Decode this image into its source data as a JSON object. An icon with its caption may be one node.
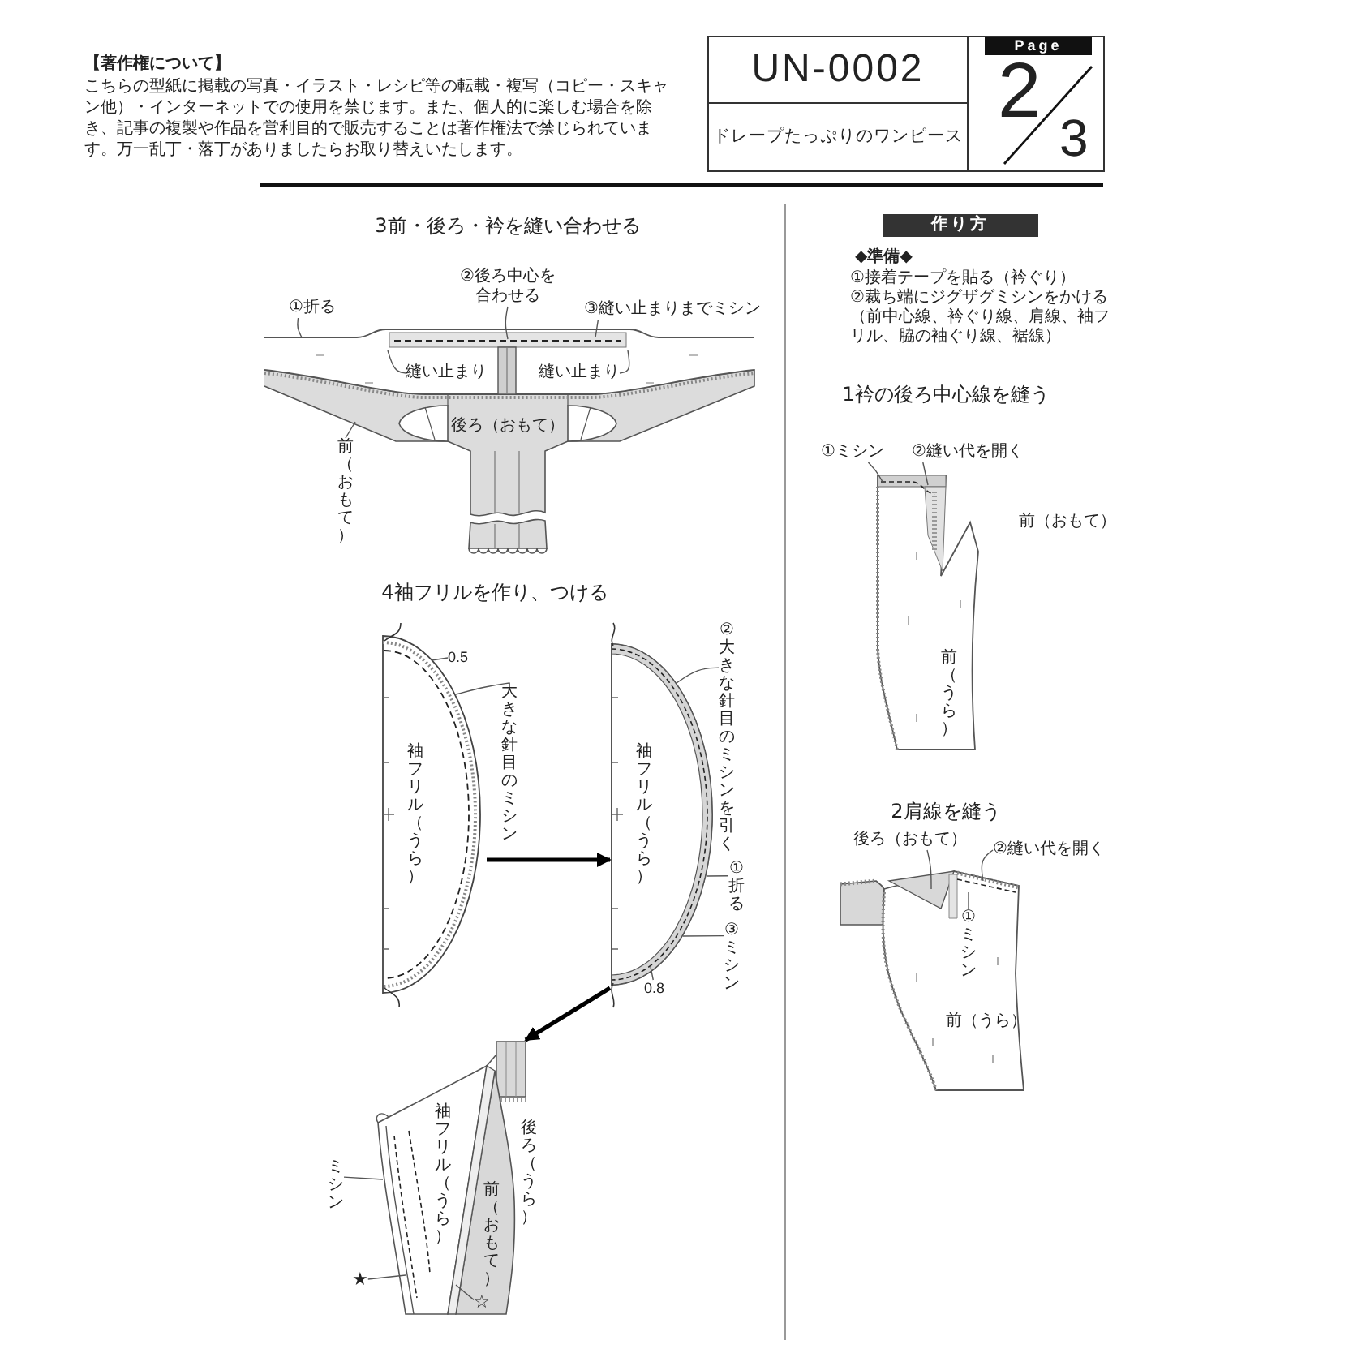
{
  "diagram": {
    "nodes": [
      {
        "text": [
          "UN-0002"
        ]
      },
      {
        "text": [
          "ドレープたっぷりのワンピース"
        ]
      },
      {
        "text": [
          "Page",
          "2",
          "3"
        ]
      },
      {
        "text": [
          "後ろ（おもて）"
        ]
      },
      {
        "text": [
          "①折る"
        ]
      },
      {
        "text": [
          "②後ろ中心を合わせる"
        ]
      },
      {
        "text": [
          "③縫い止まりまでミシン"
        ]
      },
      {
        "text": [
          "縫い止まり"
        ],
        "in": 3
      },
      {
        "text": [
          "縫い止まり"
        ],
        "in": 3
      },
      {
        "text": [
          "前（おもて）"
        ],
        "in": 3
      },
      {
        "text": [
          "袖フリル（うら）"
        ]
      },
      {
        "text": [
          "0.5"
        ],
        "in": 10
      },
      {
        "text": [
          "大きな針目のミシン"
        ]
      },
      {
        "text": [
          "袖フリル（うら）"
        ]
      },
      {
        "text": [
          "②大きな針目のミシンを引く"
        ]
      },
      {
        "text": [
          "①折る"
        ]
      },
      {
        "text": [
          "③ミシン"
        ]
      },
      {
        "text": [
          "0.8"
        ],
        "in": 13
      },
      {
        "text": [
          "袖フリル（うら）",
          "後ろ（うら）",
          "前（おもて）"
        ]
      },
      {
        "text": [
          "ミシン"
        ]
      },
      {
        "text": [
          "★"
        ]
      },
      {
        "text": [
          "☆"
        ],
        "in": 18
      },
      {
        "text": [
          "作り方"
        ]
      },
      {
        "text": [
          "前（うら）"
        ]
      },
      {
        "text": [
          "①ミシン"
        ]
      },
      {
        "text": [
          "②縫い代を開く"
        ]
      },
      {
        "text": [
          "前（うら）"
        ]
      },
      {
        "text": [
          "後ろ（おもて）"
        ]
      },
      {
        "text": [
          "②縫い代を開く"
        ]
      },
      {
        "text": [
          "①ミシン"
        ],
        "in": 26
      }
    ],
    "edges": [
      {
        "from": 4,
        "to": 3,
        "arrow": "none"
      },
      {
        "from": 5,
        "to": 3,
        "arrow": "none"
      },
      {
        "from": 6,
        "to": 3,
        "arrow": "none"
      },
      {
        "from": 7,
        "to": 3,
        "arrow": "none"
      },
      {
        "from": 8,
        "to": 3,
        "arrow": "none"
      },
      {
        "from": 9,
        "to": 3,
        "arrow": "none"
      },
      {
        "from": 11,
        "to": 10,
        "arrow": "none"
      },
      {
        "from": 12,
        "to": 10,
        "arrow": "none"
      },
      {
        "from": 10,
        "to": 13,
        "arrow": "to",
        "style": "thick",
        "color": "#000000"
      },
      {
        "from": 14,
        "to": 13,
        "arrow": "none"
      },
      {
        "from": 15,
        "to": 13,
        "arrow": "none"
      },
      {
        "from": 16,
        "to": 13,
        "arrow": "none"
      },
      {
        "from": 17,
        "to": 13,
        "arrow": "none"
      },
      {
        "from": 13,
        "to": 18,
        "arrow": "to",
        "style": "thick",
        "color": "#000000"
      },
      {
        "from": 19,
        "to": 18,
        "arrow": "none"
      },
      {
        "from": 20,
        "to": 18,
        "arrow": "none"
      },
      {
        "from": 21,
        "to": 18,
        "arrow": "none"
      },
      {
        "from": 24,
        "to": 23,
        "arrow": "none"
      },
      {
        "from": 25,
        "to": 23,
        "arrow": "none"
      },
      {
        "from": 27,
        "to": 26,
        "arrow": "none"
      },
      {
        "from": 28,
        "to": 26,
        "arrow": "none"
      },
      {
        "from": 29,
        "to": 26,
        "arrow": "none"
      }
    ],
    "labels": [
      "【著作権について】",
      "こちらの型紙に掲載の写真・イラスト・レシピ等の転載・複写（コピー・スキャン他）・インターネットでの使用を禁じます。また、個人的に楽しむ場合を除き、記事の複製や作品を営利目的で販売することは著作権法で禁じられています。万一乱丁・落丁がありましたらお取り替えいたします。",
      "3前・後ろ・衿を縫い合わせる",
      "4袖フリルを作り、つける",
      "◆準備◆",
      "①接着テープを貼る（衿ぐり）",
      "②裁ち端にジグザグミシンをかける（前中心線、衿ぐり線、肩線、袖フリル、脇の袖ぐり線、裾線）",
      "1衿の後ろ中心線を縫う",
      "前（おもて）",
      "2肩線を縫う"
    ]
  }
}
